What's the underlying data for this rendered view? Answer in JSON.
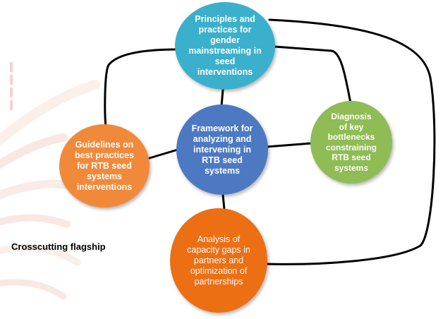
{
  "diagram": {
    "nodes": [
      {
        "id": "principles",
        "label": "Principles and\npractices for\ngender\nmainstreaming in\nseed\ninterventions",
        "color": "#3bb0cc"
      },
      {
        "id": "framework",
        "label": "Framework for\nanalyzing and\nintervening in\nRTB seed\nsystems",
        "color": "#4c79c2"
      },
      {
        "id": "guidelines",
        "label": "Guidelines on\nbest practices\nfor RTB seed\nsystems\ninterventions",
        "color": "#f08a3a"
      },
      {
        "id": "diagnosis",
        "label": "Diagnosis\nof key\nbottlenecks\nconstraining\nRTB  seed\nsystems",
        "color": "#8fbc54"
      },
      {
        "id": "analysis",
        "label": "Analysis of\ncapacity gaps  in\npartners and\noptimization of\npartnerships",
        "color": "#ec6f14"
      }
    ],
    "edges": [
      {
        "from": "principles",
        "to": "framework"
      },
      {
        "from": "principles",
        "to": "guidelines"
      },
      {
        "from": "principles",
        "to": "diagnosis"
      },
      {
        "from": "principles",
        "to": "analysis"
      },
      {
        "from": "framework",
        "to": "guidelines"
      },
      {
        "from": "framework",
        "to": "diagnosis"
      },
      {
        "from": "framework",
        "to": "analysis"
      }
    ],
    "edge_color": "#000000",
    "footer_label": "Crosscutting  flagship"
  }
}
